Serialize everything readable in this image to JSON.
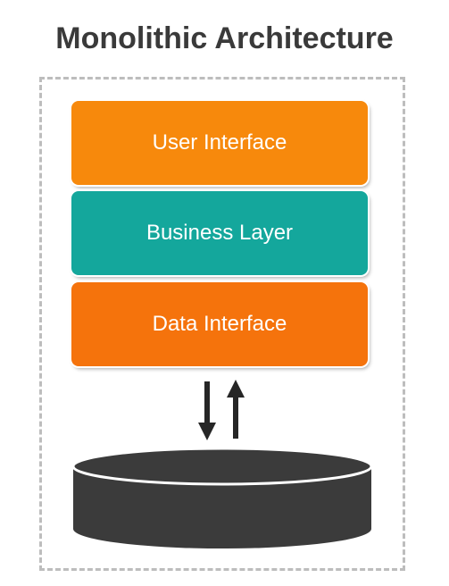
{
  "title": "Monolithic Architecture",
  "colors": {
    "user_interface": "#f7890c",
    "business_layer": "#14a79c",
    "data_interface": "#f5730c",
    "database": "#3b3b3b",
    "arrow": "#262626",
    "boundary": "#bdbdbd",
    "title": "#3a3a3a"
  },
  "layers": [
    {
      "label": "User Interface"
    },
    {
      "label": "Business Layer"
    },
    {
      "label": "Data Interface"
    }
  ],
  "icons": {
    "arrows": "up-down-arrows-icon",
    "database": "database-icon"
  }
}
